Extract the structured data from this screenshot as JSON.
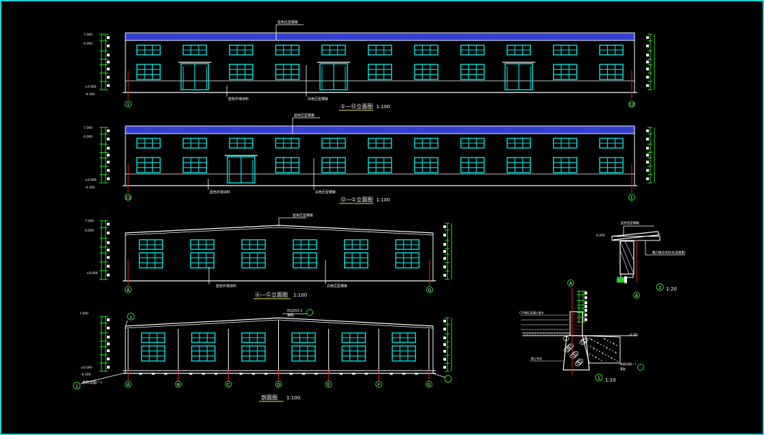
{
  "drawings": {
    "elev1": {
      "title": "①—⑫立面图",
      "scale": "1:100",
      "roof_note": "蓝色压型钢板",
      "wall_note": "蓝色外墙涂料",
      "wall_note2": "白色压型钢板",
      "axis_left": "1",
      "axis_right": "12",
      "level_top": "7.000",
      "level_mid": "6.000",
      "level_zero": "±0.000",
      "level_ground": "-0.300"
    },
    "elev2": {
      "title": "⑫—①立面图",
      "scale": "1:100",
      "roof_note": "蓝色压型钢板",
      "wall_note": "蓝色外墙涂料",
      "wall_note2": "白色压型钢板",
      "axis_left": "12",
      "axis_right": "1",
      "level_top": "7.000",
      "level_mid": "6.000",
      "level_zero": "±0.000",
      "level_ground": "-0.300"
    },
    "elev3": {
      "title": "Ⓐ—Ⓖ立面图",
      "scale": "1:100",
      "roof_note": "蓝色压型钢板",
      "wall_note": "蓝色外墙涂料",
      "wall_note2": "白色压型钢板",
      "axis_left": "A",
      "axis_right": "G",
      "level_top": "7.000",
      "level_mid": "6.000",
      "level_zero": "±0.000"
    },
    "section": {
      "title": "剖面图",
      "scale": "1:100",
      "axes": [
        "A",
        "B",
        "C",
        "D",
        "E",
        "F",
        "G"
      ],
      "callout_num": "2",
      "callout_ref": "01J202-2",
      "callout_sub": "参照",
      "detail_ref": "1",
      "detail_note": "参照详图(一)",
      "level_top": "7.000",
      "level_zero": "±0.000",
      "level_ground": "-0.300"
    },
    "detail2": {
      "label": "2",
      "scale": "1:20",
      "axis": "A",
      "level": "6.000",
      "note1": "蓝色压型钢板",
      "note2": "檐口做法详见(标准图集)"
    },
    "detail1": {
      "label": "1",
      "scale": "1:20",
      "axis": "A",
      "note_a": "C20细石混凝土散水",
      "note_b": "素土夯实",
      "note_c": "参照详图(一)",
      "note_d": "基础",
      "level": "-0.300"
    }
  },
  "colors": {
    "bg": "#000000",
    "frame": "#19d6d6",
    "line": "#ffffff",
    "window": "#00e5e5",
    "roof": "#2a35c8",
    "dim": "#20e020",
    "axis": "#e02020",
    "text": "#ffffff",
    "title": "#e8e84a"
  }
}
